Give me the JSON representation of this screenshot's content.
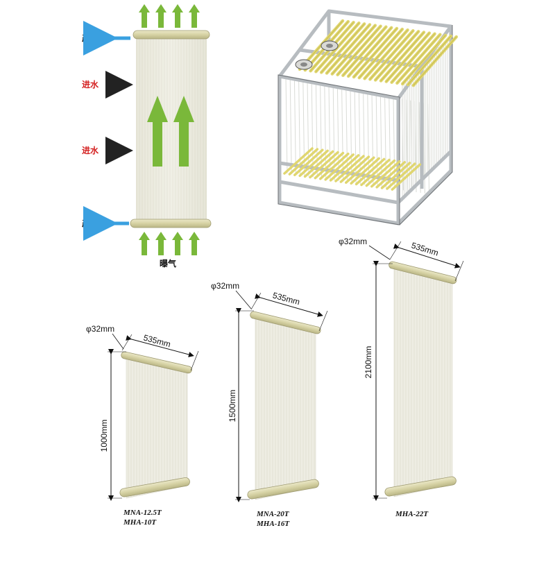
{
  "flow_diagram": {
    "labels": {
      "outlet_top": "产水",
      "inlet_upper": "进水",
      "inlet_lower": "进水",
      "outlet_bottom": "产水",
      "aeration": "曝气"
    },
    "colors": {
      "green_arrow": "#7ab83a",
      "outlet_text": "#111111",
      "inlet_text": "#d42020",
      "outlet_arrow": "#3aa0e0",
      "inlet_arrow": "#222222",
      "membrane": "#e9e7d9",
      "header": "#dcd8b0"
    }
  },
  "assembly": {
    "colors": {
      "frame": "#b7bcc0",
      "pipe": "#e0d670",
      "fibers": "#e3e3e0"
    }
  },
  "modules": [
    {
      "diameter_label": "φ32mm",
      "width_label": "535mm",
      "height_label": "1000mm",
      "model_lines": [
        "MNA-12.5T",
        "MHA-10T"
      ]
    },
    {
      "diameter_label": "φ32mm",
      "width_label": "535mm",
      "height_label": "1500mm",
      "model_lines": [
        "MNA-20T",
        "MHA-16T"
      ]
    },
    {
      "diameter_label": "φ32mm",
      "width_label": "535mm",
      "height_label": "2100mm",
      "model_lines": [
        "MHA-22T"
      ]
    }
  ]
}
